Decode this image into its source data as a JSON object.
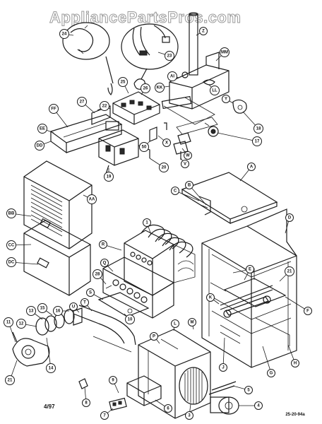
{
  "watermark": "AppliancePartsPros.com",
  "date_code": "4/97",
  "drawing_number": "25-20-94a",
  "callouts": [
    {
      "id": "c-24",
      "text": "24"
    },
    {
      "id": "c-Z",
      "text": "Z"
    },
    {
      "id": "c-23",
      "text": "23"
    },
    {
      "id": "c-MM",
      "text": "MM"
    },
    {
      "id": "c-AI",
      "text": "AI"
    },
    {
      "id": "c-KK",
      "text": "KK"
    },
    {
      "id": "c-LL",
      "text": "LL"
    },
    {
      "id": "c-25",
      "text": "25"
    },
    {
      "id": "c-26",
      "text": "26"
    },
    {
      "id": "c-27",
      "text": "27"
    },
    {
      "id": "c-22",
      "text": "22"
    },
    {
      "id": "c-FF",
      "text": "FF"
    },
    {
      "id": "c-EE",
      "text": "EE"
    },
    {
      "id": "c-DD",
      "text": "DD"
    },
    {
      "id": "c-Y",
      "text": "Y"
    },
    {
      "id": "c-18",
      "text": "18"
    },
    {
      "id": "c-17",
      "text": "17"
    },
    {
      "id": "c-X",
      "text": "X"
    },
    {
      "id": "c-W",
      "text": "W"
    },
    {
      "id": "c-V",
      "text": "V"
    },
    {
      "id": "c-50",
      "text": "50"
    },
    {
      "id": "c-19",
      "text": "19"
    },
    {
      "id": "c-20",
      "text": "20"
    },
    {
      "id": "c-A",
      "text": "A"
    },
    {
      "id": "c-AA",
      "text": "AA"
    },
    {
      "id": "c-C",
      "text": "C"
    },
    {
      "id": "c-B",
      "text": "B"
    },
    {
      "id": "c-BB",
      "text": "BB"
    },
    {
      "id": "c-CC",
      "text": "CC"
    },
    {
      "id": "c-DC",
      "text": "DC"
    },
    {
      "id": "c-1",
      "text": "1"
    },
    {
      "id": "c-R",
      "text": "R"
    },
    {
      "id": "c-D",
      "text": "D"
    },
    {
      "id": "c-Q",
      "text": "Q"
    },
    {
      "id": "c-28",
      "text": "28"
    },
    {
      "id": "c-S",
      "text": "S"
    },
    {
      "id": "c-E",
      "text": "E"
    },
    {
      "id": "c-21a",
      "text": "21"
    },
    {
      "id": "c-F",
      "text": "F"
    },
    {
      "id": "c-11",
      "text": "11"
    },
    {
      "id": "c-12",
      "text": "12"
    },
    {
      "id": "c-13",
      "text": "13"
    },
    {
      "id": "c-15",
      "text": "15"
    },
    {
      "id": "c-16",
      "text": "16"
    },
    {
      "id": "c-U",
      "text": "U"
    },
    {
      "id": "c-T",
      "text": "T"
    },
    {
      "id": "c-10",
      "text": "10"
    },
    {
      "id": "c-14",
      "text": "14"
    },
    {
      "id": "c-21b",
      "text": "21"
    },
    {
      "id": "c-P",
      "text": "P"
    },
    {
      "id": "c-L",
      "text": "L"
    },
    {
      "id": "c-M",
      "text": "M"
    },
    {
      "id": "c-K",
      "text": "K"
    },
    {
      "id": "c-J",
      "text": "J"
    },
    {
      "id": "c-G",
      "text": "G"
    },
    {
      "id": "c-H",
      "text": "H"
    },
    {
      "id": "c-8",
      "text": "8"
    },
    {
      "id": "c-9",
      "text": "9"
    },
    {
      "id": "c-7",
      "text": "7"
    },
    {
      "id": "c-6",
      "text": "6"
    },
    {
      "id": "c-3",
      "text": "3"
    },
    {
      "id": "c-5",
      "text": "5"
    },
    {
      "id": "c-4",
      "text": "4"
    }
  ]
}
